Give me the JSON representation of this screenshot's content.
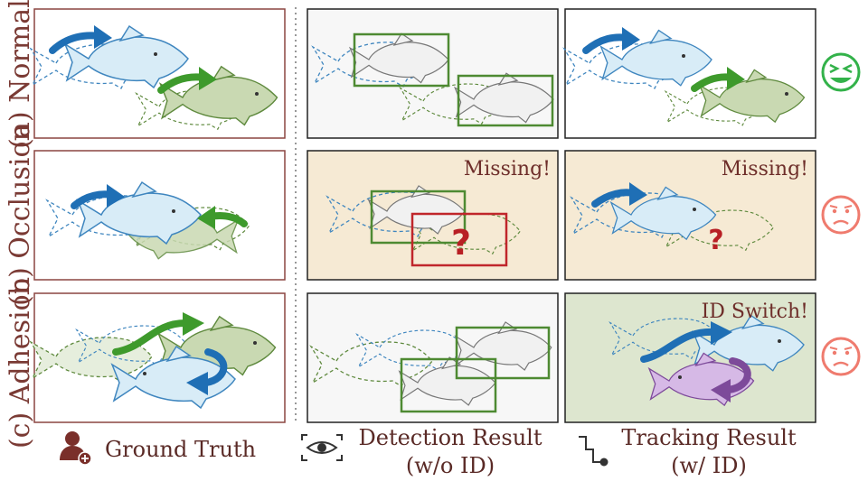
{
  "rows": [
    {
      "label": "(a) Normal",
      "face": "happy"
    },
    {
      "label": "(b) Occlusion",
      "face": "sad"
    },
    {
      "label": "(c) Adhesion",
      "face": "sad"
    }
  ],
  "annotations": {
    "occlusion_detection": "Missing!",
    "occlusion_tracking": "Missing!",
    "adhesion_tracking": "ID Switch!",
    "unknown_mark": "?"
  },
  "legend": {
    "ground_truth": "Ground Truth",
    "detection_line1": "Detection Result",
    "detection_line2": "(w/o ID)",
    "tracking_line1": "Tracking Result",
    "tracking_line2": "(w/ ID)"
  },
  "colors": {
    "frame_brown": "#8b4540",
    "blue_fish_fill": "#d8ecf7",
    "blue_fish_stroke": "#3f86bf",
    "green_fish_fill": "#c9d9b2",
    "green_fish_stroke": "#5f8a3e",
    "blue_arrow": "#1f6fb5",
    "green_arrow": "#3e9a2c",
    "detect_box": "#4e8a32",
    "error_box": "#c0262b",
    "occlusion_bg": "#f6ead4",
    "adhesion_bg": "#dde6cf",
    "purple_fish_fill": "#d6b9e6",
    "happy_face": "#33b24a",
    "sad_face": "#ef7b6e"
  }
}
